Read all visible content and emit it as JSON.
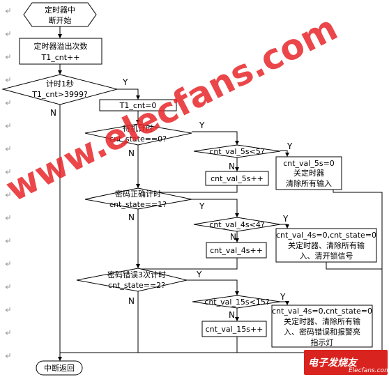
{
  "diagram": {
    "start": {
      "line1": "定时器中",
      "line2": "断开始"
    },
    "overflow": {
      "line1": "定时器溢出次数",
      "line2": "T1_cnt++"
    },
    "dec_1s": {
      "line1": "计时1秒",
      "line2": "T1_cnt>3999?"
    },
    "reset_t1": "T1_cnt=0",
    "dec_standby": {
      "line1": "待机计时",
      "line2": "cnt_state==0?"
    },
    "dec_5s": "cnt_val_5s<5?",
    "inc_5s": "cnt_val_5s++",
    "act_5s": {
      "line1": "cnt_val_5s=0",
      "line2": "关定时器",
      "line3": "清除所有输入"
    },
    "dec_correct": {
      "line1": "密码正确计时",
      "line2": "cnt_state==1?"
    },
    "dec_4s": "cnt_val_4s<4?",
    "inc_4s": "cnt_val_4s++",
    "act_4s": {
      "line1": "cnt_val_4s=0,cnt_state=0",
      "line2": "关定时器、清除所有输",
      "line3": "入、清开锁信号"
    },
    "dec_wrong": {
      "line1": "密码错误3次计时",
      "line2": "cnt_state==2?"
    },
    "dec_15s": "cnt_val_15s<15?",
    "inc_15s": "cnt_val_15s++",
    "act_15s": {
      "line1": "cnt_val_4s=0,cnt_state=0",
      "line2": "关定时器、清除所有输",
      "line3": "入、密码错误和报警亮",
      "line4": "指示灯"
    },
    "end": "中断返回",
    "yes": "Y",
    "no": "N"
  },
  "watermark": "www.elecfans.com",
  "logo": {
    "text": "电子发烧友",
    "sub": "Elecfans.com"
  },
  "colors": {
    "watermark": "#e8262a",
    "logo_bg": "#d9231f"
  }
}
